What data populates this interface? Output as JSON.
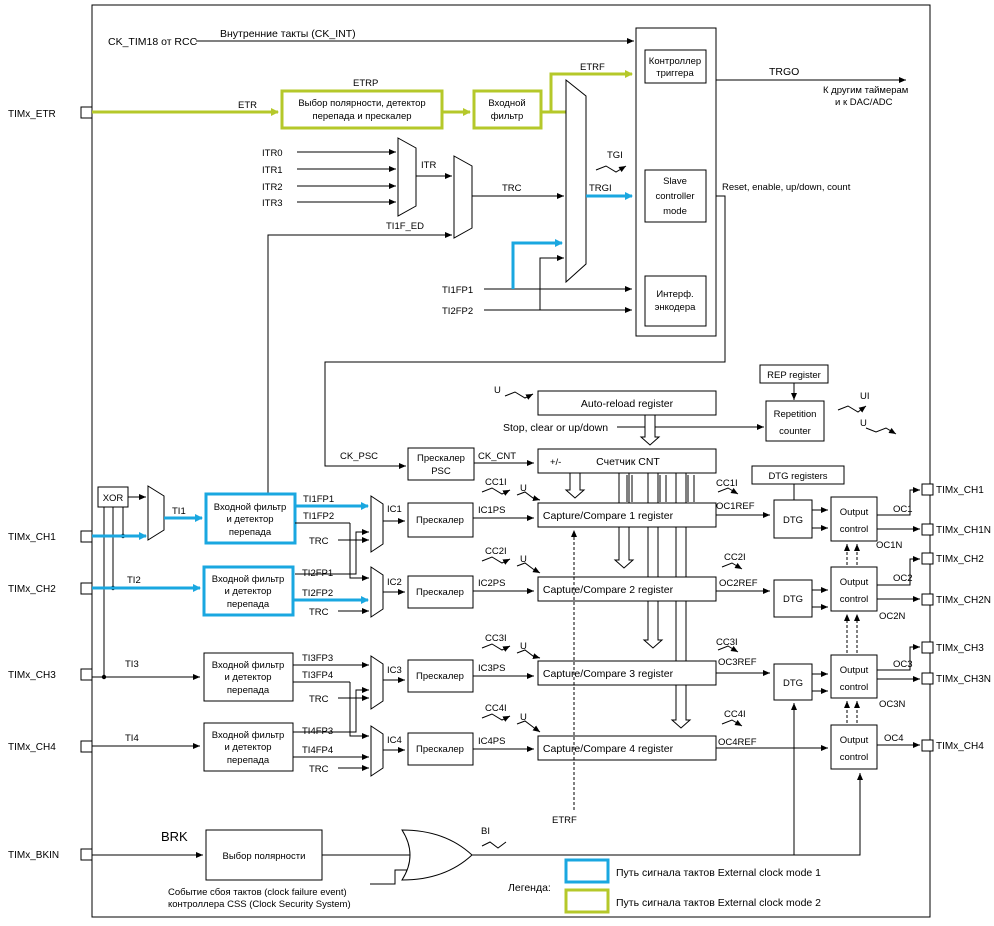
{
  "pins": {
    "etr": "TIMx_ETR",
    "ch1": "TIMx_CH1",
    "ch2": "TIMx_CH2",
    "ch3": "TIMx_CH3",
    "ch4": "TIMx_CH4",
    "bkin": "TIMx_BKIN",
    "out_ch1": "TIMx_CH1",
    "out_ch1n": "TIMx_CH1N",
    "out_ch2": "TIMx_CH2",
    "out_ch2n": "TIMx_CH2N",
    "out_ch3": "TIMx_CH3",
    "out_ch3n": "TIMx_CH3N",
    "out_ch4": "TIMx_CH4"
  },
  "top": {
    "ck_src": "CK_TIM18 от RCC",
    "ck_int": "Внутренние такты (CK_INT)",
    "etr": "ETR",
    "etrp": "ETRP",
    "etrf": "ETRF",
    "polarity_box_l1": "Выбор полярности, детектор",
    "polarity_box_l2": "перепада и прескалер",
    "input_filter_l1": "Входной",
    "input_filter_l2": "фильтр",
    "trigger_ctrl_l1": "Контроллер",
    "trigger_ctrl_l2": "триггера",
    "trgo": "TRGO",
    "to_other_l1": "К другим таймерам",
    "to_other_l2": "и к DAC/ADC",
    "slave_l1": "Slave",
    "slave_l2": "controller",
    "slave_l3": "mode",
    "reset_label": "Reset, enable, up/down, count",
    "encoder_l1": "Интерф.",
    "encoder_l2": "энкодера",
    "itr0": "ITR0",
    "itr1": "ITR1",
    "itr2": "ITR2",
    "itr3": "ITR3",
    "itr": "ITR",
    "trc": "TRC",
    "tgi": "TGI",
    "trgi": "TRGI",
    "ti1f_ed": "TI1F_ED",
    "ti1fp1": "TI1FP1",
    "ti2fp2": "TI2FP2"
  },
  "counter": {
    "u": "U",
    "auto_reload": "Auto-reload register",
    "stop_clear": "Stop, clear or up/down",
    "rep_register": "REP register",
    "repetition_l1": "Repetition",
    "repetition_l2": "counter",
    "ui": "UI",
    "u2": "U",
    "ck_psc": "CK_PSC",
    "prescaler_psc_l1": "Прескалер",
    "prescaler_psc_l2": "PSC",
    "ck_cnt": "CK_CNT",
    "plus_minus": "+/-",
    "counter_cnt": "Счетчик CNT",
    "dtg_registers": "DTG registers"
  },
  "channels": {
    "xor": "XOR",
    "ti1": "TI1",
    "ti2": "TI2",
    "ti3": "TI3",
    "ti4": "TI4",
    "filter_l1": "Входной фильтр",
    "filter_l2": "и детектор",
    "filter_l3": "перепада",
    "ti1fp1": "TI1FP1",
    "ti1fp2": "TI1FP2",
    "ti2fp1": "TI2FP1",
    "ti2fp2": "TI2FP2",
    "ti3fp3": "TI3FP3",
    "ti3fp4": "TI3FP4",
    "ti4fp3": "TI4FP3",
    "ti4fp4": "TI4FP4",
    "trc": "TRC",
    "ic1": "IC1",
    "ic2": "IC2",
    "ic3": "IC3",
    "ic4": "IC4",
    "prescaler": "Прескалер",
    "ic1ps": "IC1PS",
    "ic2ps": "IC2PS",
    "ic3ps": "IC3PS",
    "ic4ps": "IC4PS",
    "cc1i": "CC1I",
    "cc2i": "CC2I",
    "cc3i": "CC3I",
    "cc4i": "CC4I",
    "u": "U",
    "cc1_reg": "Capture/Compare 1 register",
    "cc2_reg": "Capture/Compare 2 register",
    "cc3_reg": "Capture/Compare 3 register",
    "cc4_reg": "Capture/Compare 4 register",
    "oc1ref": "OC1REF",
    "oc2ref": "OC2REF",
    "oc3ref": "OC3REF",
    "oc4ref": "OC4REF",
    "dtg": "DTG",
    "output_l1": "Output",
    "output_l2": "control",
    "oc1": "OC1",
    "oc1n": "OC1N",
    "oc2": "OC2",
    "oc2n": "OC2N",
    "oc3": "OC3",
    "oc3n": "OC3N",
    "oc4": "OC4",
    "etrf": "ETRF"
  },
  "brk": {
    "brk": "BRK",
    "polarity": "Выбор полярности",
    "bi": "BI",
    "css_l1": "Событие сбоя тактов (clock failure event)",
    "css_l2": "контроллера CSS (Clock Security System)"
  },
  "legend": {
    "title": "Легенда:",
    "mode1": "Путь сигнала тактов External clock mode 1",
    "mode2": "Путь сигнала тактов External clock mode 2",
    "mode1_color": "#1aa7e0",
    "mode2_color": "#b5c82a"
  }
}
